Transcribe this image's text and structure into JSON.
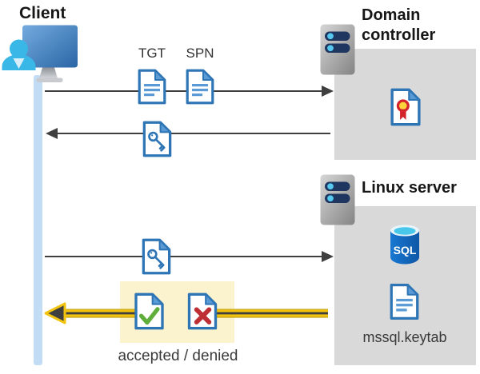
{
  "client": {
    "title": "Client"
  },
  "domain_controller": {
    "title": "Domain controller"
  },
  "linux_server": {
    "title": "Linux server",
    "sql_badge": "SQL",
    "keytab_label": "mssql.keytab"
  },
  "messages": {
    "tgt_label": "TGT",
    "spn_label": "SPN",
    "result_label": "accepted / denied"
  },
  "icons": {
    "client": "user-at-monitor-icon",
    "domain_controller": "server-icon",
    "linux_server": "server-icon",
    "tgt": "document-icon",
    "spn": "document-icon",
    "service_ticket": "key-document-icon",
    "certificate": "certificate-document-icon",
    "database": "sql-database-icon",
    "accepted": "check-document-icon",
    "denied": "cross-document-icon"
  },
  "colors": {
    "document_blue": "#2E75B6",
    "document_fill": "#5B9BD5",
    "panel_gray": "#D9D9D9",
    "highlight_panel": "#FBF3CD",
    "highlight_yellow": "#F2C40F",
    "arrow_gray": "#3F3F3F",
    "lifeline_blue": "#C3DCF5",
    "accept_green": "#5FAE3B",
    "deny_red": "#BE2F35",
    "person_cyan": "#39B7E6"
  }
}
